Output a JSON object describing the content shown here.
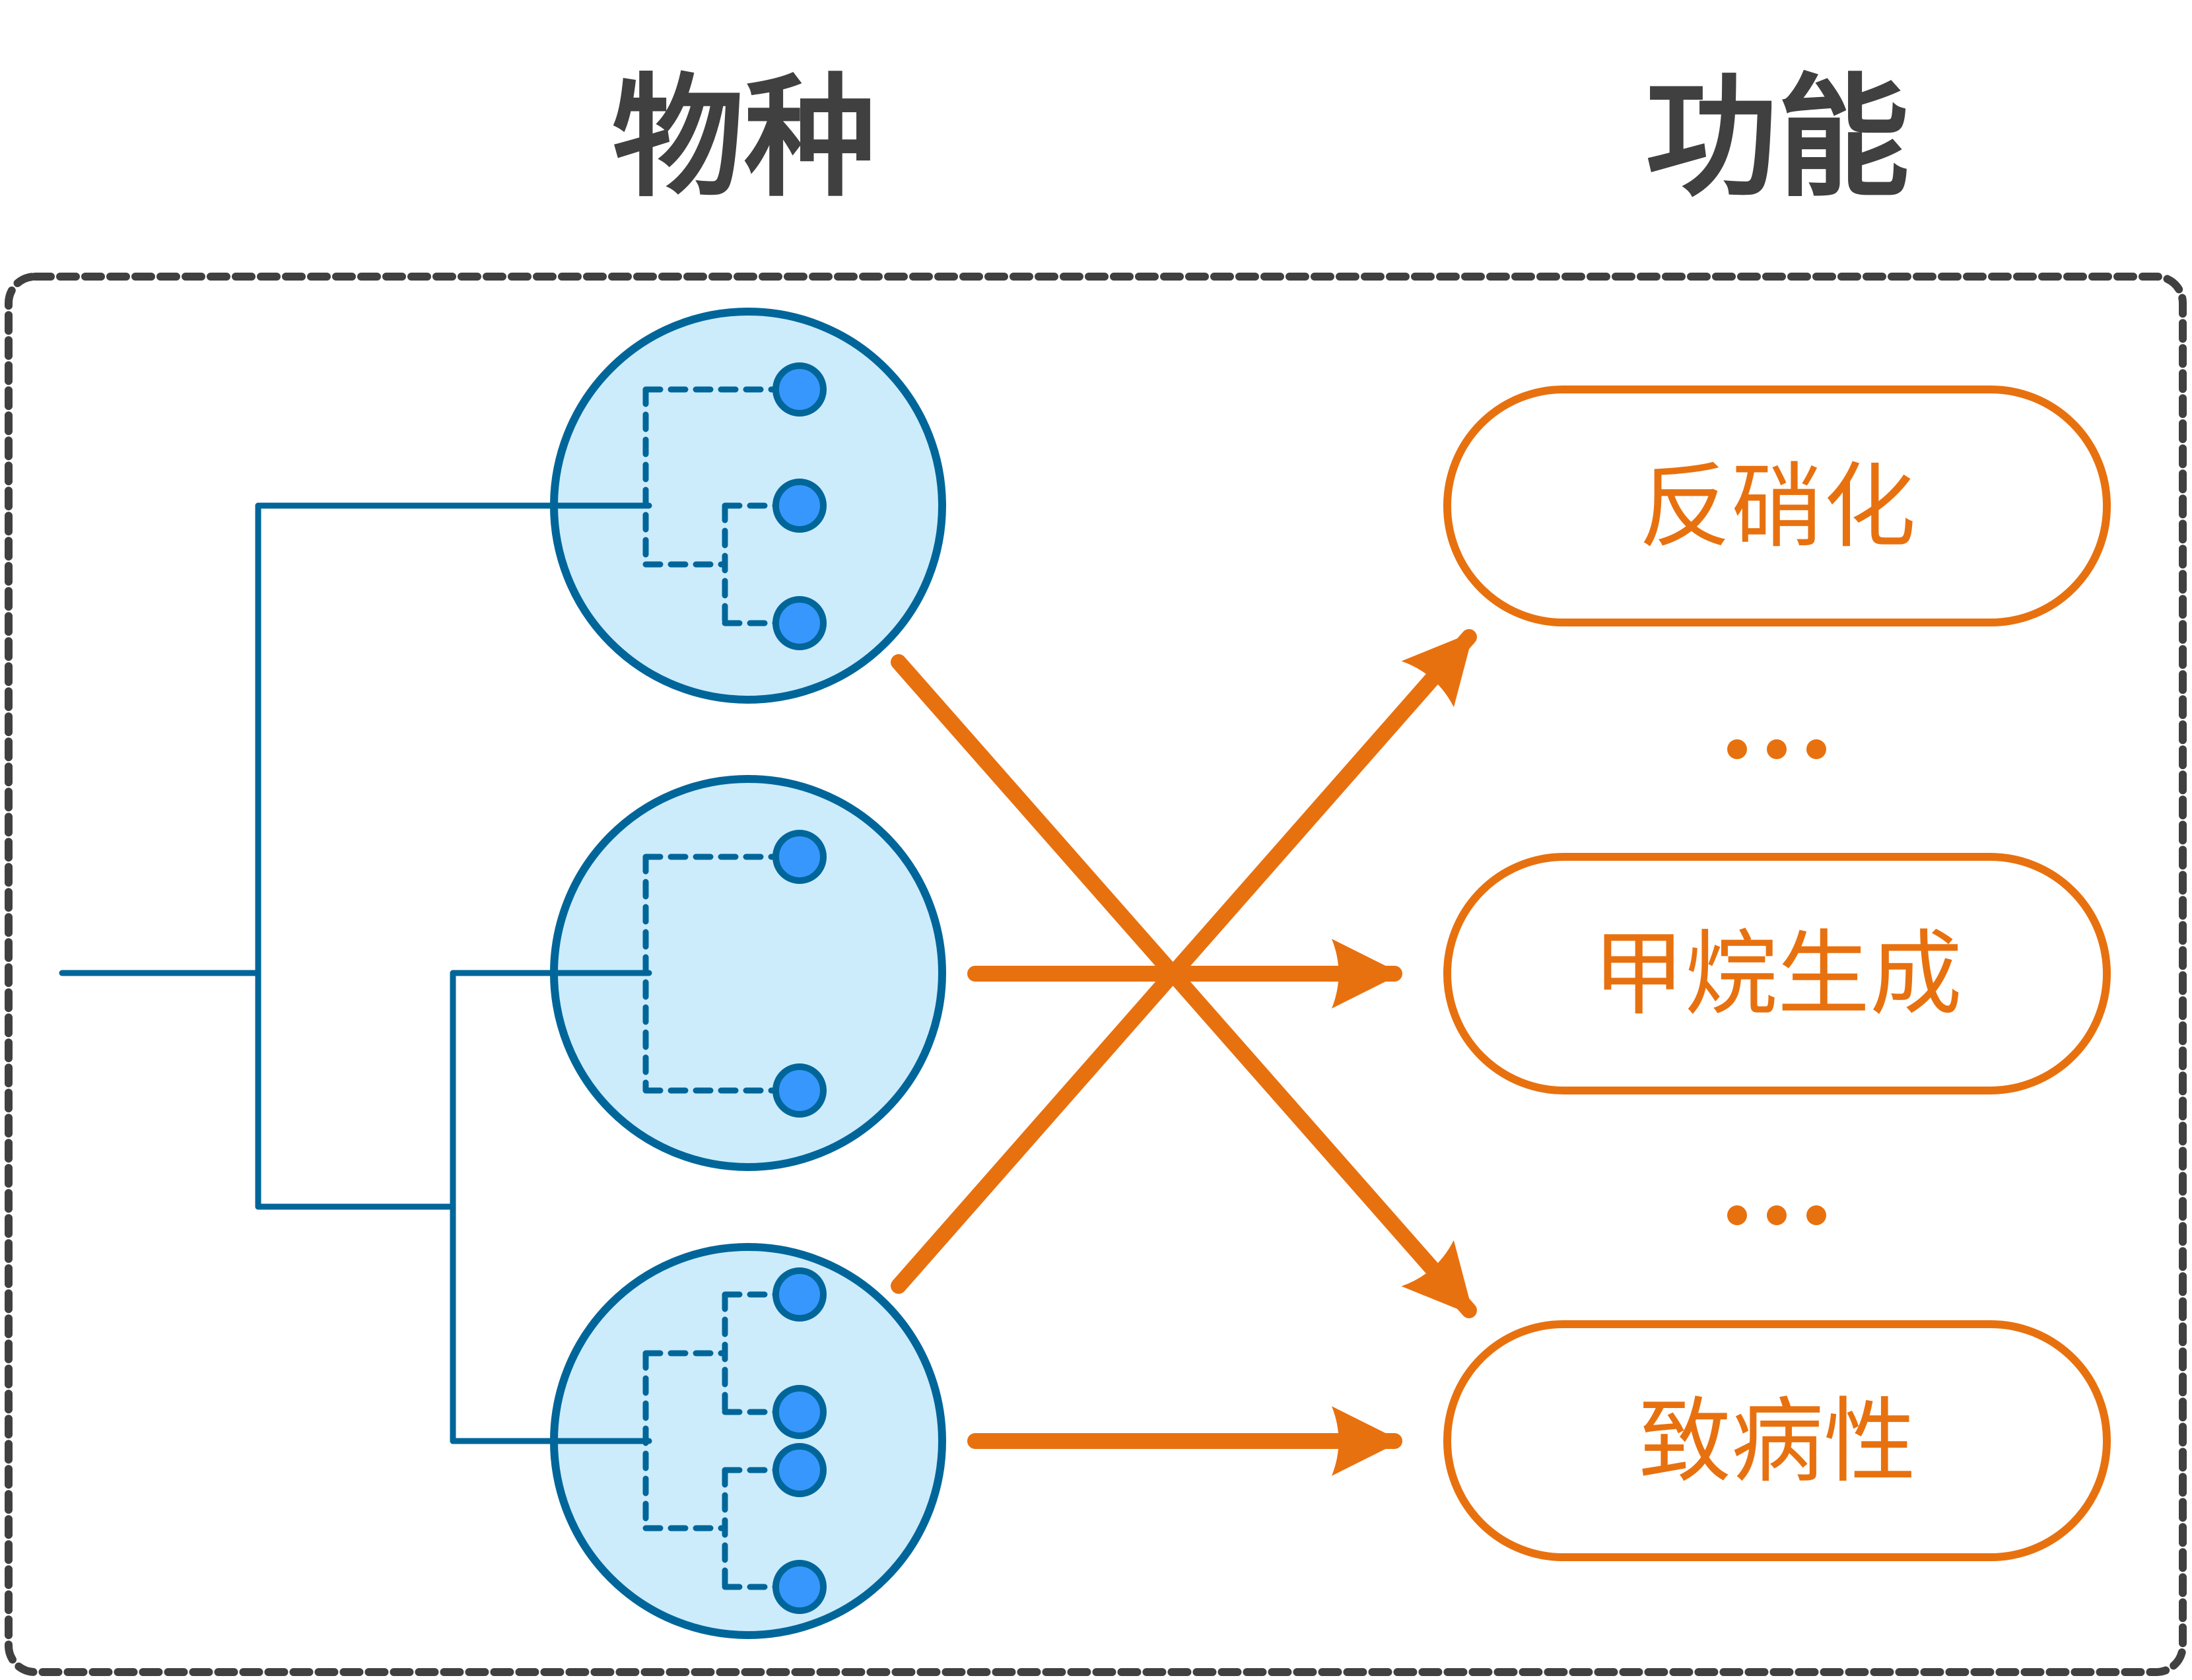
{
  "headers": {
    "species": "物种",
    "function": "功能"
  },
  "colors": {
    "title_text": "#404040",
    "frame": "#404040",
    "tree_line": "#00669A",
    "clade_fill": "#CCECFC",
    "leaf_fill": "#3797FC",
    "accent": "#E8710F",
    "background": "#FFFFFF"
  },
  "species_tree": {
    "clades": [
      {
        "id": "clade-1",
        "leaf_count": 3
      },
      {
        "id": "clade-2",
        "leaf_count": 2
      },
      {
        "id": "clade-3",
        "leaf_count": 4
      }
    ]
  },
  "functions": [
    {
      "label": "反硝化"
    },
    {
      "label": "甲烷生成"
    },
    {
      "label": "致病性"
    }
  ],
  "ellipsis": [
    "•••",
    "•••"
  ],
  "mappings": [
    {
      "from": "clade-1",
      "to": "致病性"
    },
    {
      "from": "clade-2",
      "to": "甲烷生成"
    },
    {
      "from": "clade-3",
      "to": "反硝化"
    },
    {
      "from": "clade-3",
      "to": "致病性"
    }
  ]
}
